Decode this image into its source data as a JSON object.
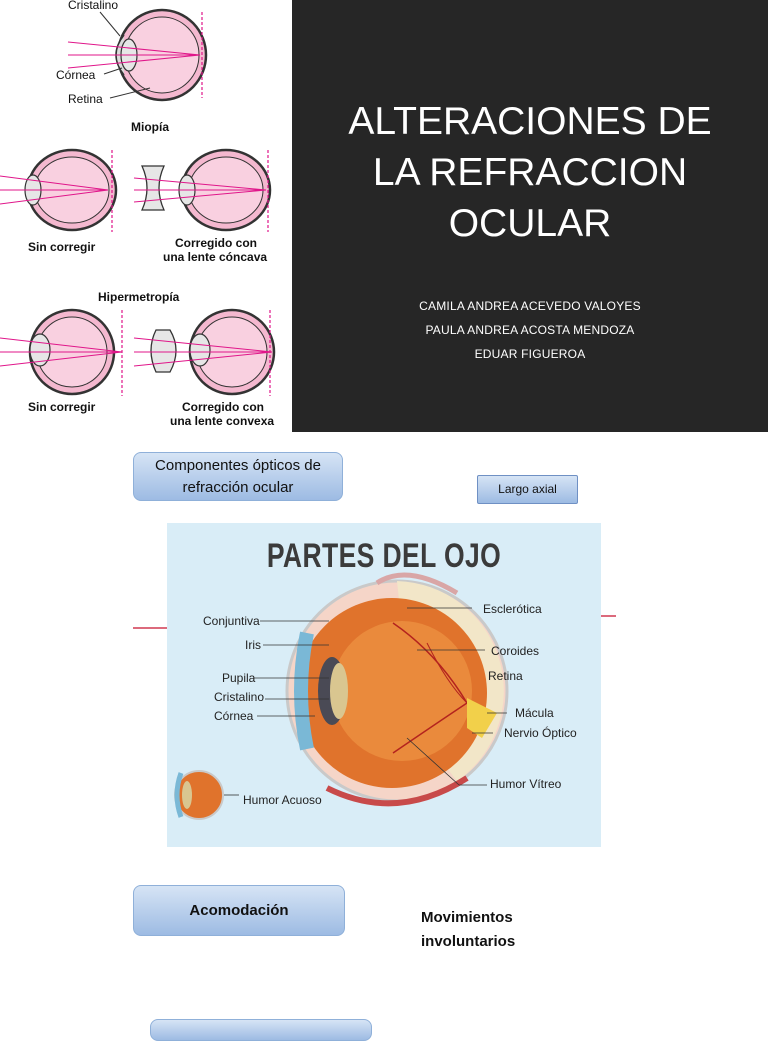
{
  "slide1": {
    "title_lines": [
      "ALTERACIONES DE",
      "LA REFRACCION",
      "OCULAR"
    ],
    "authors": [
      "CAMILA ANDREA ACEVEDO VALOYES",
      "PAULA ANDREA ACOSTA MENDOZA",
      "EDUAR FIGUEROA"
    ],
    "diagram": {
      "top_labels": [
        "Cristalino",
        "Córnea",
        "Retina"
      ],
      "miopia": "Miopía",
      "sin_corregir_1": "Sin corregir",
      "corregido_concava": [
        "Corregido con",
        "una lente cóncava"
      ],
      "hipermetropia": "Hipermetropía",
      "sin_corregir_2": "Sin corregir",
      "corregido_convexa": [
        "Corregido con",
        "una lente convexa"
      ]
    }
  },
  "slide2": {
    "box_componentes": [
      "Componentes ópticos de",
      "refracción ocular"
    ],
    "box_largo_axial": "Largo axial",
    "eye_figure": {
      "title": "PARTES DEL OJO",
      "labels_left": [
        "Conjuntiva",
        "Iris",
        "Pupila",
        "Cristalino",
        "Córnea",
        "Humor Acuoso"
      ],
      "labels_right": [
        "Esclerótica",
        "Coroides",
        "Retina",
        "Mácula",
        "Nervio Óptico",
        "Humor Vítreo"
      ]
    },
    "box_acomodacion": "Acomodación",
    "movimientos": [
      "Movimientos",
      "involuntarios"
    ]
  },
  "colors": {
    "dark_panel": "#262626",
    "eye_pink": "#f4b8cf",
    "ray_magenta": "#e0168a",
    "pill_blue": "#9dbbe3",
    "arrow_red": "#c8102e"
  }
}
